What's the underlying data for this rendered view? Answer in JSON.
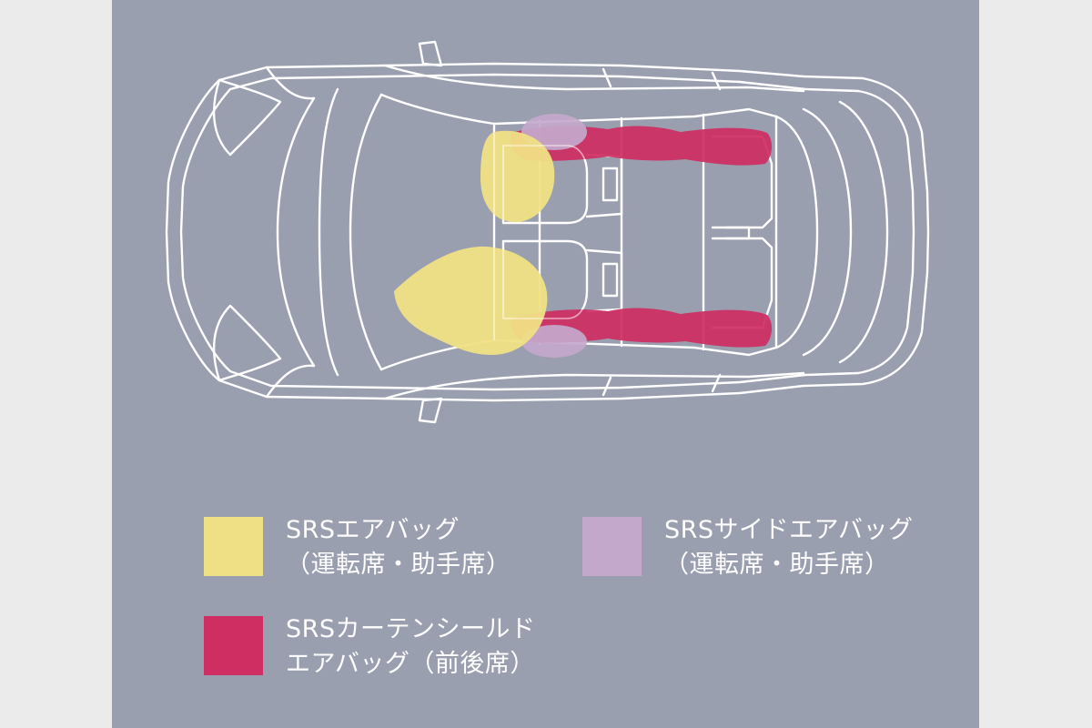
{
  "colors": {
    "background_panel": "#9a9fb0",
    "outer_bg": "#ebebeb",
    "car_outline": "#ffffff",
    "srs_airbag": "#f0e085",
    "srs_side_airbag": "#c4a8cc",
    "srs_curtain_airbag": "#cf2e63"
  },
  "legend": {
    "airbag": {
      "line1": "SRSエアバッグ",
      "line2": "（運転席・助手席）",
      "color": "#f0e085"
    },
    "side_airbag": {
      "line1": "SRSサイドエアバッグ",
      "line2": "（運転席・助手席）",
      "color": "#c4a8cc"
    },
    "curtain_airbag": {
      "line1": "SRSカーテンシールド",
      "line2": "エアバッグ（前後席）",
      "color": "#cf2e63"
    }
  }
}
